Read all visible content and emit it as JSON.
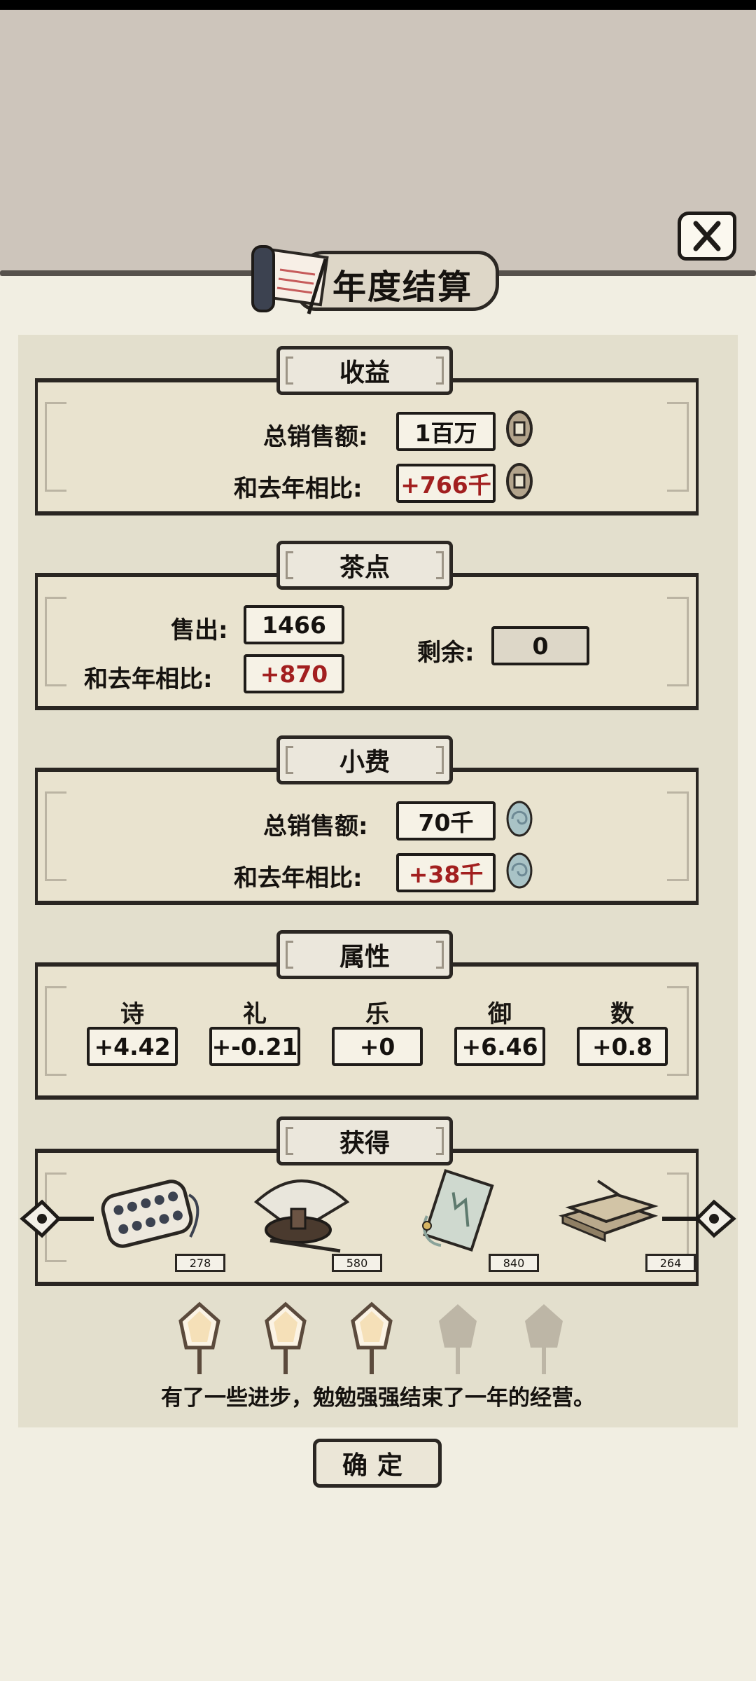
{
  "title": "年度结算",
  "revenue": {
    "title": "收益",
    "total_label": "总销售额:",
    "total_value": "1百万",
    "compare_label": "和去年相比:",
    "compare_value": "+766千"
  },
  "snacks": {
    "title": "茶点",
    "sold_label": "售出:",
    "sold_value": "1466",
    "compare_label": "和去年相比:",
    "compare_value": "+870",
    "remain_label": "剩余:",
    "remain_value": "0"
  },
  "tips": {
    "title": "小费",
    "total_label": "总销售额:",
    "total_value": "70千",
    "compare_label": "和去年相比:",
    "compare_value": "+38千"
  },
  "attributes": {
    "title": "属性",
    "items": [
      {
        "label": "诗",
        "value": "+4.42"
      },
      {
        "label": "礼",
        "value": "+-0.21"
      },
      {
        "label": "乐",
        "value": "+0"
      },
      {
        "label": "御",
        "value": "+6.46"
      },
      {
        "label": "数",
        "value": "+0.8"
      }
    ]
  },
  "obtained": {
    "title": "获得",
    "items": [
      {
        "icon": "abacus-icon",
        "count": "278"
      },
      {
        "icon": "fan-incense-icon",
        "count": "580"
      },
      {
        "icon": "painting-scroll-icon",
        "count": "840"
      },
      {
        "icon": "books-icon",
        "count": "264"
      }
    ]
  },
  "rating": {
    "filled": 3,
    "total": 5
  },
  "summary": "有了一些进步，勉勉强强结束了一年的经营。",
  "confirm_label": "确定",
  "colors": {
    "accent_red": "#a21f1f",
    "panel": "#e3dfcd",
    "border": "#2a2622"
  }
}
